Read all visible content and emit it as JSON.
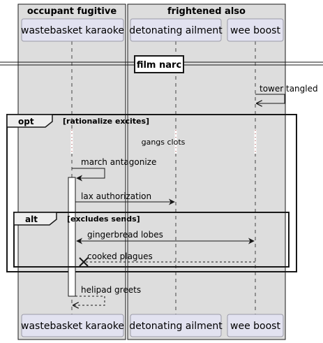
{
  "boxes": [
    {
      "title": "occupant fugitive"
    },
    {
      "title": "frightened also"
    }
  ],
  "participants": [
    {
      "name": "wastebasket karaoke"
    },
    {
      "name": "detonating ailment"
    },
    {
      "name": "wee boost"
    }
  ],
  "divider": {
    "label": "film narc"
  },
  "messages": {
    "tower_tangled": "tower tangled",
    "gangs_clots": "gangs clots",
    "march_antagonize": "march antagonize",
    "lax_authorization": "lax authorization",
    "gingerbread_lobes": "gingerbread lobes",
    "cooked_plagues": "cooked plagues",
    "helipad_greets": "helipad greets"
  },
  "opt_frame": {
    "keyword": "opt",
    "guard": "[rationalize excites]"
  },
  "alt_frame": {
    "keyword": "alt",
    "guard": "[excludes sends]"
  },
  "colors": {
    "box_fill": "#dddddd",
    "participant_fill": "#e2e2f0",
    "participant_border": "#9a9aa8",
    "line": "#181818",
    "lifeline": "#444444",
    "delay_dots": "#9c2b2b"
  }
}
